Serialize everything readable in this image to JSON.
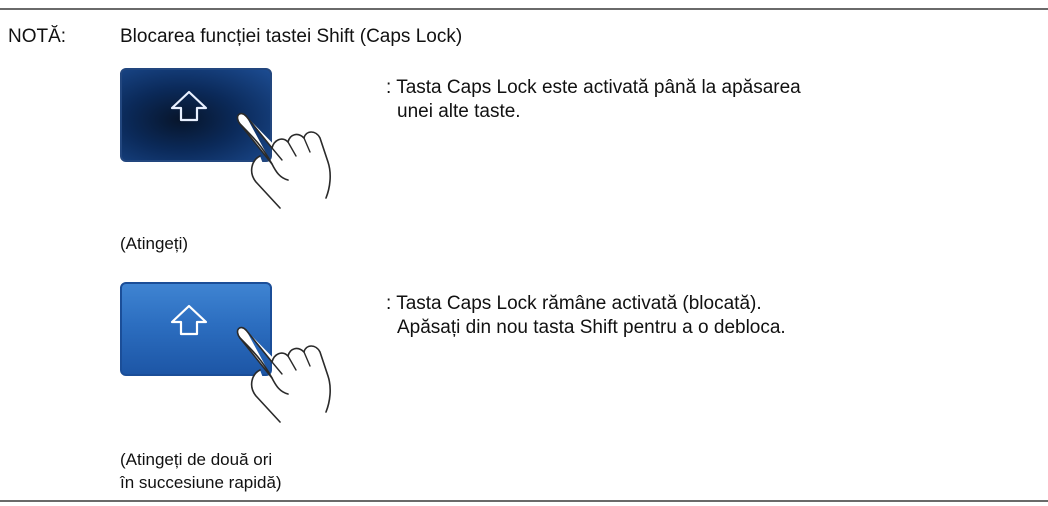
{
  "note": {
    "label": "NOTĂ:",
    "title": "Blocarea funcției tastei Shift (Caps Lock)"
  },
  "items": [
    {
      "key_state": "pressed-dark",
      "key_icon": "shift-arrow-icon",
      "gesture_icon": "pointing-hand-icon",
      "caption_lines": [
        "(Atingeți)"
      ],
      "description_lines": [
        ": Tasta Caps Lock este activată până la apăsarea",
        "unei alte taste."
      ]
    },
    {
      "key_state": "locked-bright",
      "key_icon": "shift-arrow-icon",
      "gesture_icon": "pointing-hand-icon",
      "caption_lines": [
        "(Atingeți de două ori",
        "în succesiune rapidă)"
      ],
      "description_lines": [
        ": Tasta Caps Lock rămâne activată (blocată).",
        "Apăsați din nou tasta Shift pentru a o debloca."
      ]
    }
  ],
  "colors": {
    "rule": "#6a6a6a",
    "key_dark": "#0b2a5a",
    "key_bright": "#2c6ec0"
  }
}
